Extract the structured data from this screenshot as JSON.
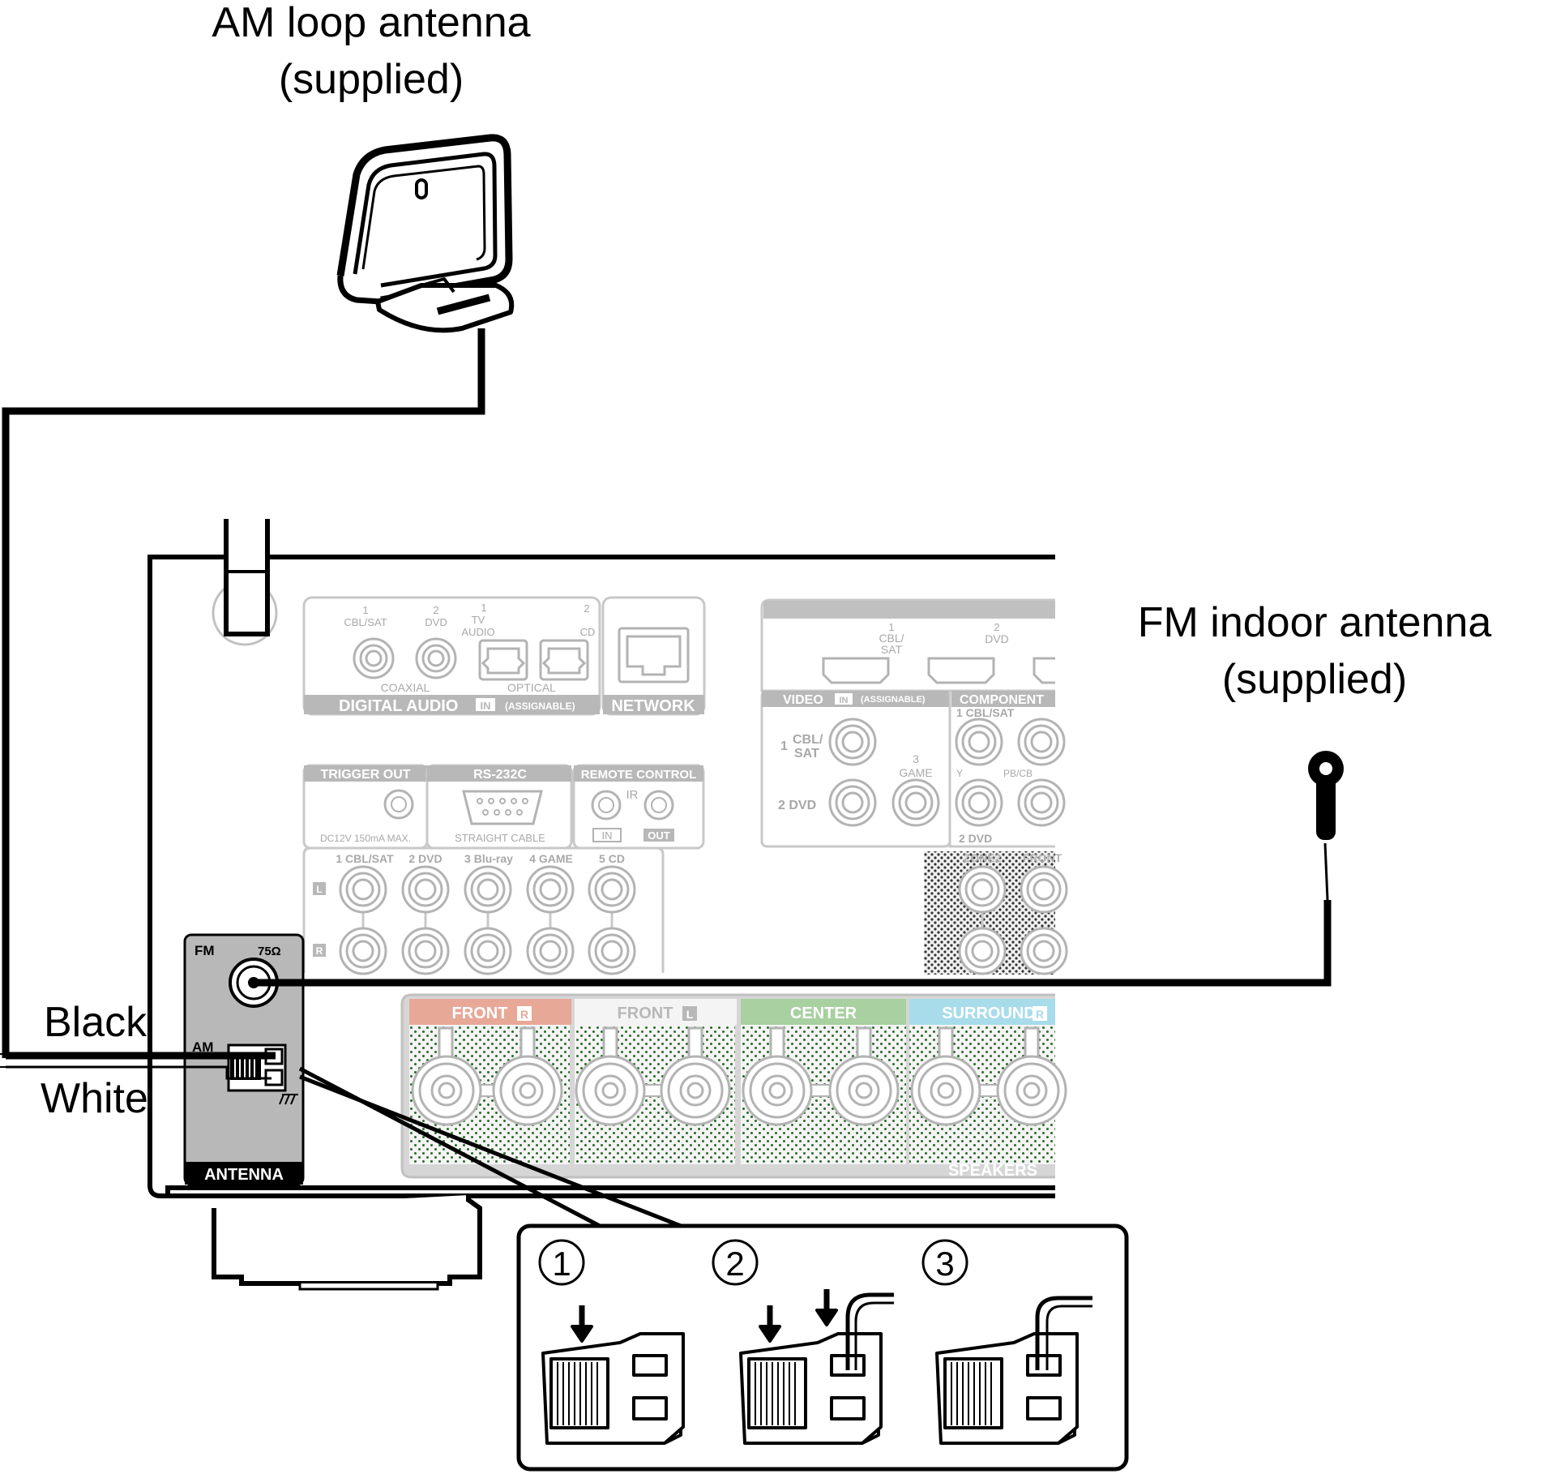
{
  "labels": {
    "am_antenna_line1": "AM loop antenna",
    "am_antenna_line2": "(supplied)",
    "fm_antenna_line1": "FM indoor antenna",
    "fm_antenna_line2": "(supplied)",
    "black_wire": "Black",
    "white_wire": "White"
  },
  "antenna_panel": {
    "fm": "FM",
    "ohm": "75Ω",
    "am": "AM",
    "title": "ANTENNA"
  },
  "back_panel": {
    "digital_audio": {
      "title": "DIGITAL AUDIO",
      "in_tag": "IN",
      "assignable": "(ASSIGNABLE)",
      "coaxial": "COAXIAL",
      "optical": "OPTICAL",
      "port1_num": "1",
      "port1_name": "CBL/SAT",
      "port2_num": "2",
      "port2_name": "DVD",
      "port3_num": "1",
      "port3_name_a": "TV",
      "port3_name_b": "AUDIO",
      "port4_num": "2",
      "port4_name": "CD"
    },
    "network": "NETWORK",
    "hdmi": {
      "port1_num": "1",
      "port1_name_a": "CBL/",
      "port1_name_b": "SAT",
      "port2_num": "2",
      "port2_name": "DVD"
    },
    "video": {
      "title": "VIDEO",
      "in_tag": "IN",
      "assignable": "(ASSIGNABLE)",
      "row1_num": "1",
      "row1_name_a": "CBL/",
      "row1_name_b": "SAT",
      "row2": "2  DVD",
      "game_num": "3",
      "game_name": "GAME"
    },
    "component": {
      "title": "COMPONENT",
      "sub1": "1 CBL/SAT",
      "y": "Y",
      "pb": "PB/CB",
      "sub2": "2 DVD"
    },
    "trigger_out": "TRIGGER OUT",
    "trigger_spec": "DC12V 150mA MAX.",
    "rs232c": "RS-232C",
    "rs232c_note": "STRAIGHT CABLE",
    "remote_control": "REMOTE CONTROL",
    "ir": "IR",
    "rc_in": "IN",
    "rc_out": "OUT",
    "analog_inputs": [
      "1 CBL/SAT",
      "2 DVD",
      "3 Blu-ray",
      "4 GAME",
      "5 CD"
    ],
    "analog_l": "L",
    "analog_r": "R",
    "zone2": "ZONE2",
    "front_pre": "FRONT",
    "speakers": {
      "title": "SPEAKERS",
      "groups": [
        "FRONT",
        "FRONT",
        "CENTER",
        "SURROUND"
      ],
      "group_tags": [
        "R",
        "L",
        "",
        "R"
      ],
      "group_colors": [
        "#e8a898",
        "#f4f4f4",
        "#a8d0a0",
        "#a8dceb"
      ],
      "plus": "+",
      "minus": "−"
    }
  },
  "steps": [
    "1",
    "2",
    "3"
  ]
}
